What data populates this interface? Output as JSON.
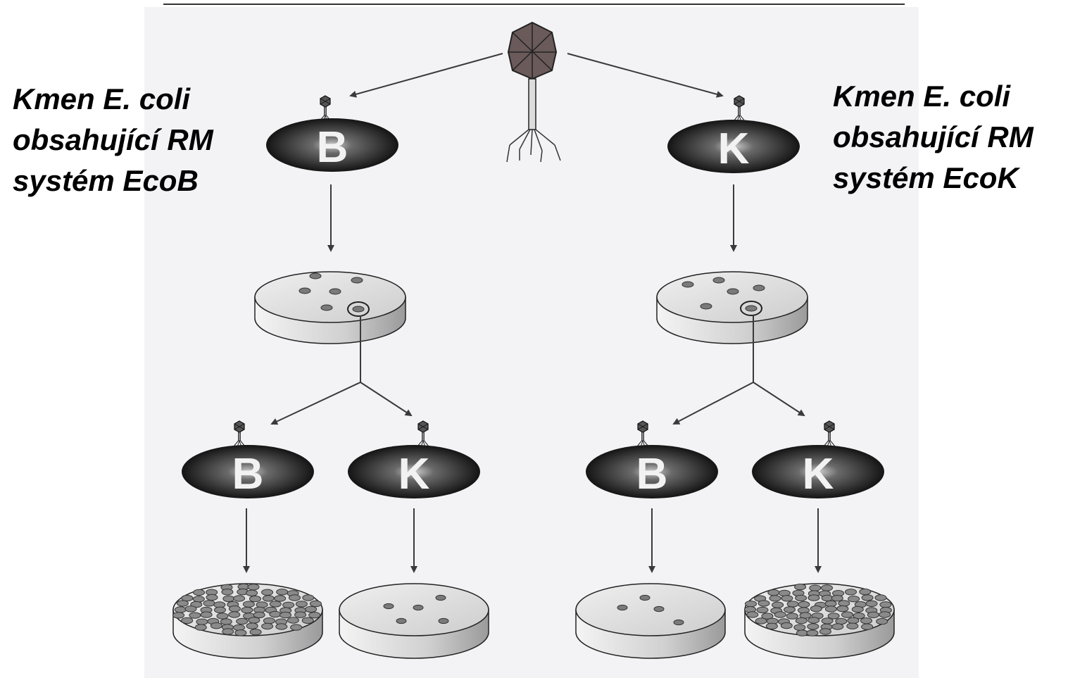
{
  "captions": {
    "left": {
      "line1": "Kmen E. coli",
      "line2": "obsahující RM",
      "line3": "systém EcoB"
    },
    "right": {
      "line1": "Kmen E. coli",
      "line2": "obsahující RM",
      "line3": "systém EcoK"
    }
  },
  "cells": {
    "top_left": "B",
    "top_right": "K",
    "bottom_1": "B",
    "bottom_2": "K",
    "bottom_3": "B",
    "bottom_4": "K"
  },
  "plaque_plates": {
    "top_left_plaques": 6,
    "top_right_plaques": 6,
    "bottom_1": "many plaques",
    "bottom_2": "few plaques",
    "bottom_3": "few plaques",
    "bottom_4": "many plaques"
  },
  "colors": {
    "background_panel": "#f3f3f6",
    "cell_dark": "#1c1c1c",
    "plate_top": "#e4e4e4",
    "plaque": "#7a7a7a",
    "arrow": "#3a3a3a"
  },
  "icons": [
    "bacteriophage-icon",
    "small-phage-icon",
    "petri-dish-icon",
    "bacterial-cell-icon"
  ]
}
